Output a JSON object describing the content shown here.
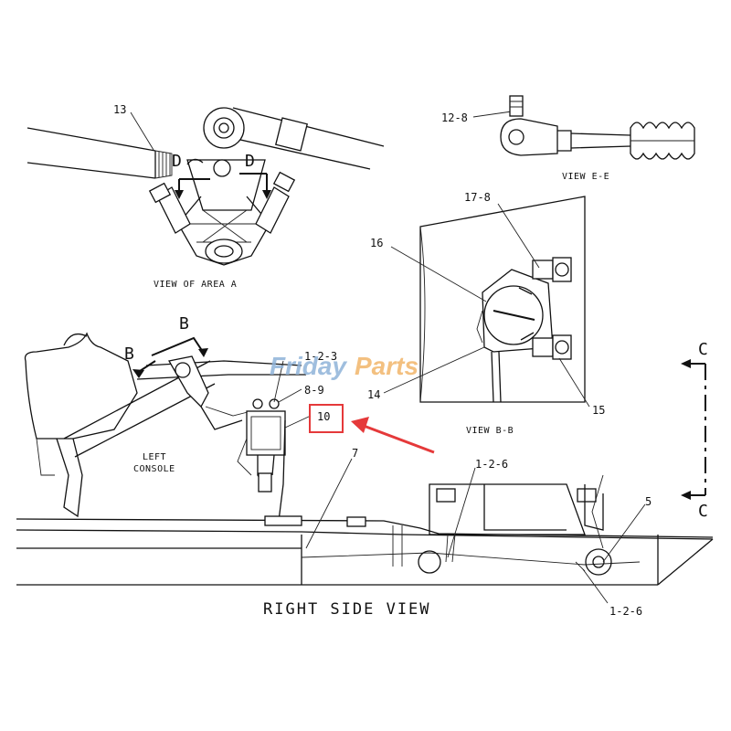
{
  "views": {
    "area_a": "VIEW OF AREA A",
    "e_e": "VIEW E-E",
    "b_b": "VIEW B-B",
    "right_side": "RIGHT SIDE VIEW",
    "left_console": [
      "LEFT",
      "CONSOLE"
    ]
  },
  "callouts": {
    "c13": "13",
    "c12_8": "12-8",
    "c17_8": "17-8",
    "c16": "16",
    "c14": "14",
    "c15": "15",
    "c1_2_3": "1-2-3",
    "c8_9": "8-9",
    "c10": "10",
    "c7": "7",
    "c1_2_6_top": "1-2-6",
    "c5": "5",
    "c1_2_6_bottom": "1-2-6"
  },
  "section_marks": {
    "d_left": "D",
    "d_right": "D",
    "b_top": "B",
    "b_left": "B",
    "c_top": "C",
    "c_bottom": "C"
  },
  "watermark": {
    "part1": "Friday",
    "part2": "Parts",
    "color1": "#8fb3d9",
    "color2": "#f2b66b"
  },
  "highlight": {
    "color": "#e5393a"
  }
}
